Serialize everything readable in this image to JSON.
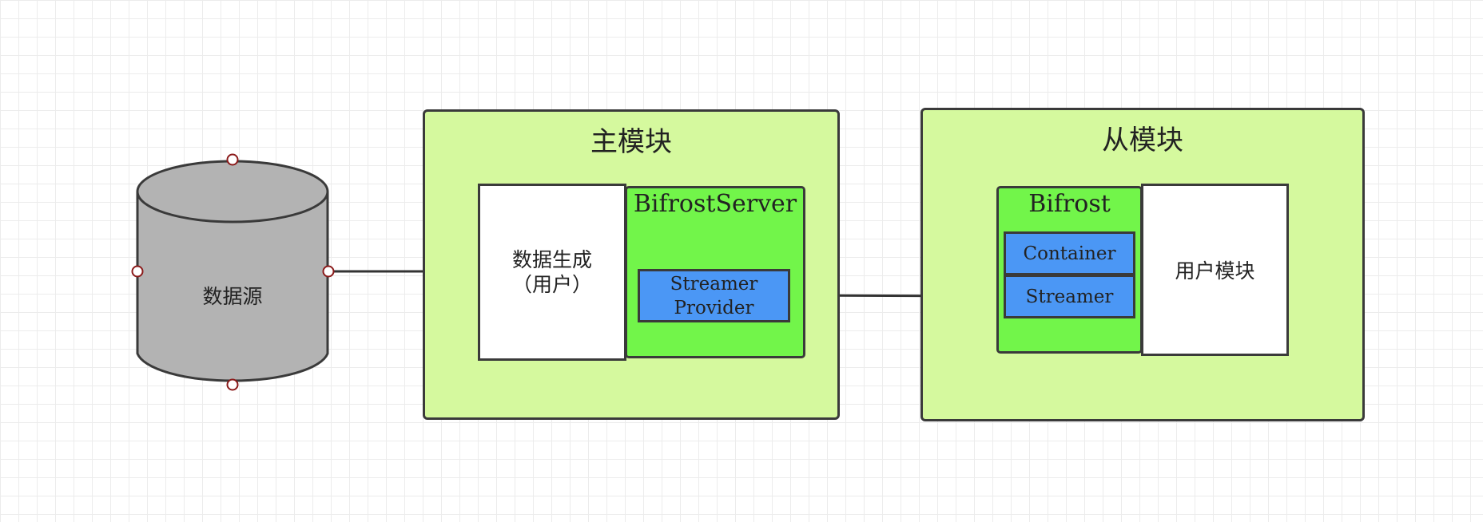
{
  "datasource": {
    "label": "数据源"
  },
  "master": {
    "title": "主模块",
    "generator": {
      "line1": "数据生成",
      "line2": "（用户）"
    },
    "server": {
      "title": "BifrostServer",
      "provider": {
        "line1": "Streamer",
        "line2": "Provider"
      }
    }
  },
  "slave": {
    "title": "从模块",
    "bifrost": {
      "title": "Bifrost",
      "container": "Container",
      "streamer": "Streamer"
    },
    "user_module": "用户模块"
  },
  "colors": {
    "frame_fill": "#d5f99e",
    "group_fill": "#72f54a",
    "component_fill": "#4b97f5",
    "cylinder_fill": "#b3b3b3",
    "handle_stroke": "#8b1a1a"
  }
}
